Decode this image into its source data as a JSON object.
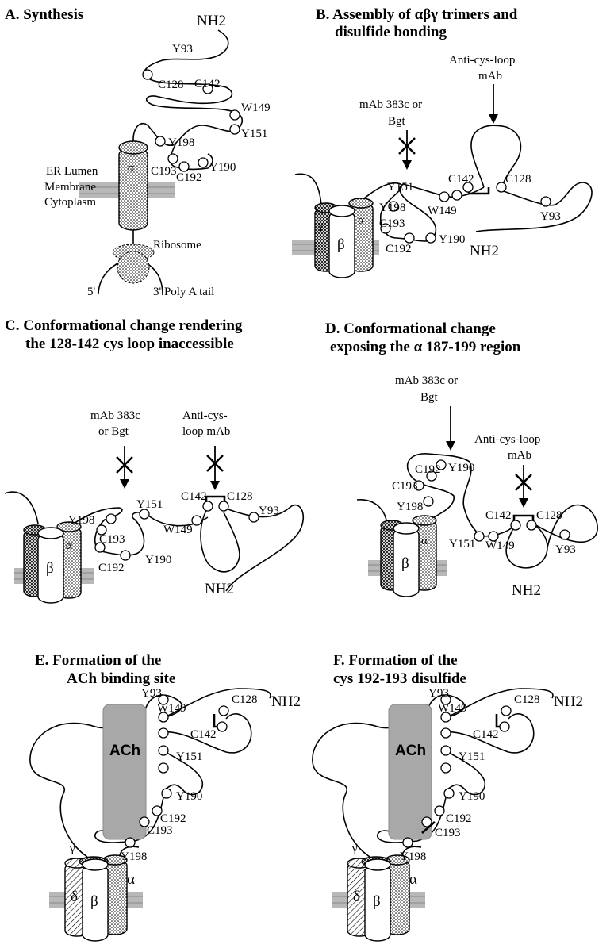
{
  "panels": {
    "a": {
      "title": "A. Synthesis",
      "nh2": "NH2",
      "labels": {
        "y93": "Y93",
        "c128": "C128",
        "c142": "C142",
        "w149": "W149",
        "y151": "Y151",
        "y198": "Y198",
        "c193": "C193",
        "y190": "Y190",
        "c192": "C192"
      },
      "alpha": "α",
      "er_lumen": "ER Lumen",
      "membrane": "Membrane",
      "cytoplasm": "Cytoplasm",
      "ribosome": "Ribosome",
      "five_prime": "5'",
      "three_prime_poly_a": "3' Poly A tail"
    },
    "b": {
      "title_line1": "B. Assembly of αβγ trimers and",
      "title_line2": "disulfide bonding",
      "anti_line1": "Anti-cys-loop",
      "anti_line2": "mAb",
      "mab_line1": "mAb 383c or",
      "mab_line2": "Bgt",
      "labels": {
        "y151": "Y151",
        "c142": "C142",
        "c128": "C128",
        "w149": "W149",
        "y93": "Y93",
        "y198": "Y198",
        "c193": "C193",
        "c192": "C192",
        "y190": "Y190"
      },
      "nh2": "NH2",
      "gamma": "γ",
      "beta": "β",
      "alpha": "α"
    },
    "c": {
      "title_line1": "C. Conformational change rendering",
      "title_line2": "the 128-142 cys loop inaccessible",
      "mab_line1": "mAb 383c",
      "mab_line2": "or Bgt",
      "anti_line1": "Anti-cys-",
      "anti_line2": "loop mAb",
      "labels": {
        "y151": "Y151",
        "c142": "C142",
        "c128": "C128",
        "y93": "Y93",
        "w149": "W149",
        "y198": "Y198",
        "c193": "C193",
        "c192": "C192",
        "y190": "Y190"
      },
      "nh2": "NH2",
      "beta": "β",
      "alpha": "α"
    },
    "d": {
      "title_line1": "D. Conformational change",
      "title_line2": "exposing the α 187-199  region",
      "mab_line1": "mAb 383c or",
      "mab_line2": "Bgt",
      "anti_line1": "Anti-cys-loop",
      "anti_line2": "mAb",
      "labels": {
        "c192": "C192",
        "y190": "Y190",
        "c193": "C193",
        "y198": "Y198",
        "c142": "C142",
        "c128": "C128",
        "y151": "Y151",
        "w149": "W149",
        "y93": "Y93"
      },
      "nh2": "NH2",
      "beta": "β",
      "alpha": "α"
    },
    "e": {
      "title_line1": "E. Formation of the",
      "title_line2": "ACh binding site",
      "ach": "ACh",
      "labels": {
        "y93": "Y93",
        "c128": "C128",
        "w149": "W149",
        "c142": "C142",
        "y151": "Y151",
        "y190": "Y190",
        "c192": "C192",
        "c193": "C193",
        "y198": "Y198"
      },
      "nh2": "NH2",
      "gamma": "γ",
      "delta": "δ",
      "beta": "β",
      "alpha": "α"
    },
    "f": {
      "title_line1": "F. Formation of the",
      "title_line2": "cys 192-193 disulfide",
      "ach": "ACh",
      "labels": {
        "y93": "Y93",
        "c128": "C128",
        "w149": "W149",
        "c142": "C142",
        "y151": "Y151",
        "y190": "Y190",
        "c192": "C192",
        "c193": "C193",
        "y198": "Y198"
      },
      "nh2": "NH2",
      "gamma": "γ",
      "delta": "δ",
      "beta": "β",
      "alpha": "α"
    }
  }
}
